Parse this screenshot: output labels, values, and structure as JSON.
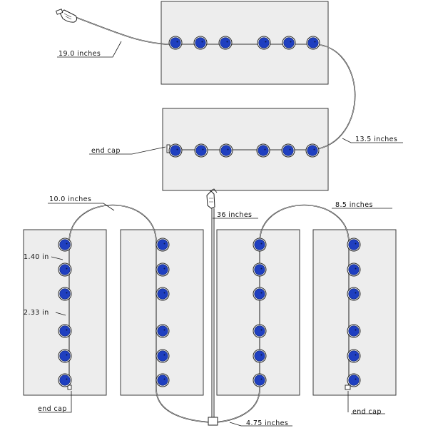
{
  "labels": {
    "len_19": "19.0 inches",
    "len_13_5": "13.5 inches",
    "end_cap_top": "end cap",
    "len_10": "10.0 inches",
    "len_36": "36 inches",
    "len_8_5": "8.5 inches",
    "spacing_140": "1.40  in",
    "spacing_233": "2.33  in",
    "end_cap_left": "end cap",
    "end_cap_right": "end cap",
    "len_4_75": "4.75 inches"
  },
  "colors": {
    "emitter_blue": "#1f3fc0",
    "panel_fill": "#ededed",
    "tubing": "#2a2a2a"
  }
}
